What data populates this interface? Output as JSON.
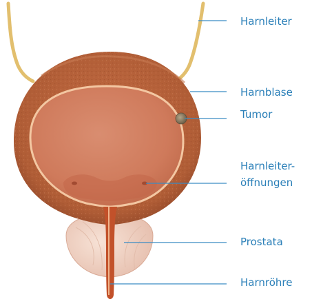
{
  "labels": {
    "ureter": "Harnleiter",
    "bladder": "Harnblase",
    "tumor": "Tumor",
    "orifices_line1": "Harnleiter-",
    "orifices_line2": "öffnungen",
    "prostate": "Prostata",
    "urethra": "Harnröhre"
  },
  "colors": {
    "label_text": "#2a7fb8",
    "leader_line": "#3a8cc4",
    "ureter": "#e2bf6e",
    "bladder_wall": "#b5633d",
    "bladder_inner_cavity": "#d27b5e",
    "mucosa_line": "#f3c7a2",
    "prostate": "#f0d2c2",
    "urethra": "#c2512a",
    "tumor": "#8b7a62"
  }
}
